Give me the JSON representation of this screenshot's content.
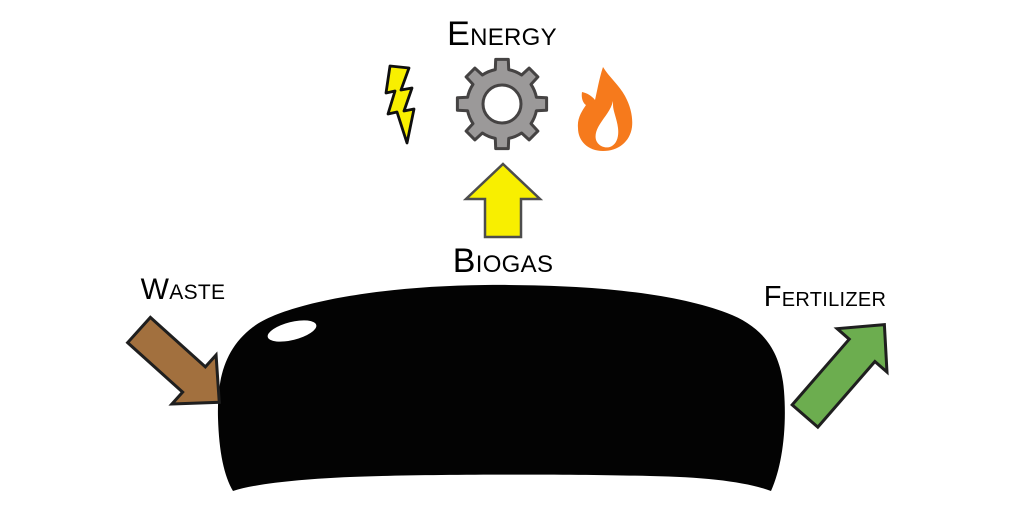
{
  "diagram": {
    "labels": {
      "energy": "Energy",
      "biogas": "Biogas",
      "waste": "Waste",
      "fertilizer": "Fertilizer"
    },
    "icons": [
      "lightning-bolt",
      "gear",
      "flame",
      "up-arrow",
      "down-right-arrow",
      "up-right-arrow",
      "digester-dome"
    ],
    "colors": {
      "background": "#ffffff",
      "text": "#000000",
      "digester_body": "#030303",
      "dome_highlight": "#ffffff",
      "waste_arrow": "#a2703e",
      "fertilizer_arrow": "#6cad4f",
      "biogas_arrow": "#f8ef00",
      "lightning": "#f8ef00",
      "gear": "#9b9999",
      "gear_hole": "#ffffff",
      "flame": "#f67a1c",
      "flame_inner": "#ffffff"
    }
  }
}
